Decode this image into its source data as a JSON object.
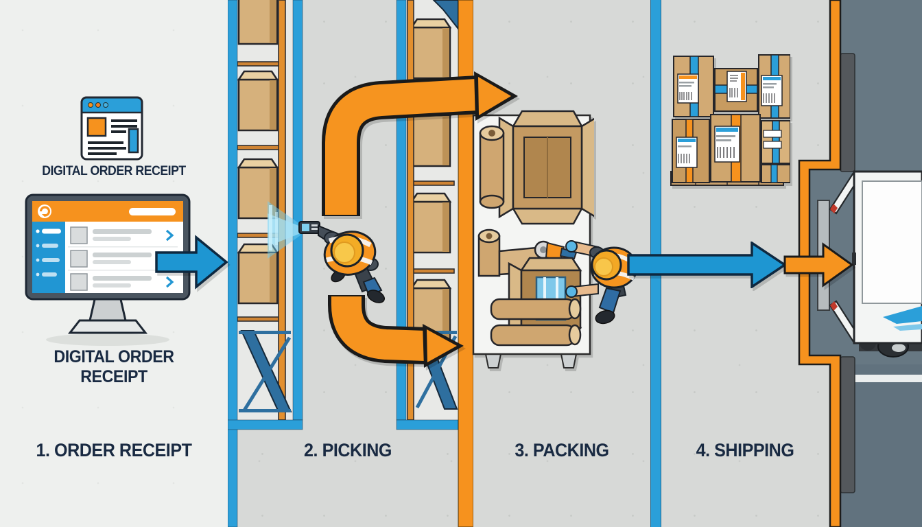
{
  "captions": {
    "icon_caption": "DIGITAL ORDER RECEIPT",
    "monitor_caption": "DIGITAL ORDER RECEIPT"
  },
  "steps": [
    {
      "label": "1. ORDER RECEIPT"
    },
    {
      "label": "2. PICKING"
    },
    {
      "label": "3. PACKING"
    },
    {
      "label": "4. SHIPPING"
    }
  ],
  "monitor_ui": {
    "sidebar_items": 4,
    "list_rows": 3,
    "chevron_icon": "chevron-right-icon",
    "logo_icon": "circular-swirl-logo-icon"
  },
  "icons": {
    "browser_window": "browser-window-icon",
    "monitor": "desktop-monitor-icon",
    "flow_arrow_blue": "blue-right-arrow-icon",
    "flow_arrow_orange": "orange-right-arrow-icon",
    "scanner": "barcode-scanner-icon",
    "scan_beam": "scanner-beam-icon",
    "pallet": "pallet-of-boxes-icon",
    "truck": "delivery-truck-icon"
  },
  "colors": {
    "accent_blue": "#2196d3",
    "lane_blue": "#2b9fd9",
    "accent_orange": "#f6921e",
    "text_navy": "#192a42",
    "floor_concrete": "#d7d9d7",
    "panel_bg": "#eef0ee",
    "carton_tan": "#d6b17c",
    "rack_steel_blue": "#2e6f9f",
    "dock_slate": "#677883",
    "vest_orange": "#f6941f",
    "hardhat_yellow": "#f3ac25"
  }
}
